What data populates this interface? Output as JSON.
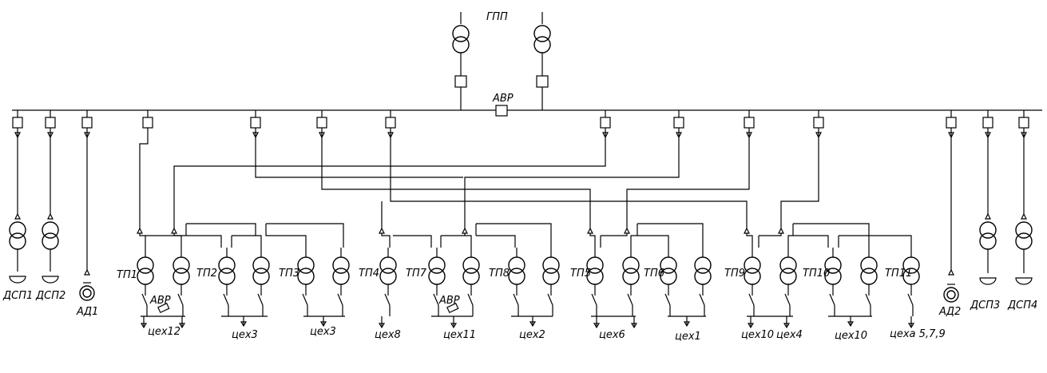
{
  "diagram": {
    "title": "ГПП",
    "avr_main": "АВР",
    "generators": {
      "dsp1": "ДСП1",
      "dsp2": "ДСП2",
      "ad1": "АД1",
      "ad2": "АД2",
      "dsp3": "ДСП3",
      "dsp4": "ДСП4"
    },
    "substations": {
      "tp1": "ТП1",
      "tp2": "ТП2",
      "tp3": "ТП3",
      "tp4": "ТП4",
      "tp5": "ТП5",
      "tp6": "ТП6",
      "tp7": "ТП7",
      "tp8": "ТП8",
      "tp9": "ТП9",
      "tp10": "ТП10",
      "tp11": "ТП11"
    },
    "avr_local_1": "АВР",
    "avr_local_2": "АВР",
    "loads": {
      "l1": "цех12",
      "l2": "цех3",
      "l3": "цех3",
      "l4": "цех8",
      "l5": "цех11",
      "l6": "цех2",
      "l7": "цех6",
      "l8": "цех1",
      "l9": "цех10",
      "l10": "цех4",
      "l11": "цех10",
      "l12": "цеха 5,7,9"
    }
  }
}
